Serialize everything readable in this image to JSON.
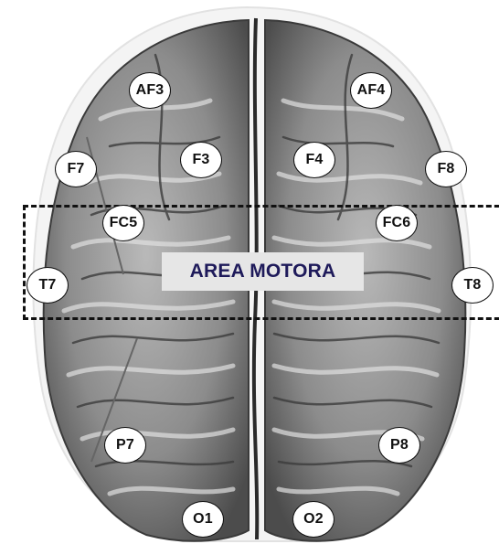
{
  "region_label": "AREA MOTORA",
  "electrodes": {
    "af3": "AF3",
    "af4": "AF4",
    "f7": "F7",
    "f3": "F3",
    "f4": "F4",
    "f8": "F8",
    "fc5": "FC5",
    "fc6": "FC6",
    "t7": "T7",
    "t8": "T8",
    "p7": "P7",
    "p8": "P8",
    "o1": "O1",
    "o2": "O2"
  },
  "colors": {
    "label_text": "#1e1a5a",
    "label_background": "#e6e6e6",
    "dashed_box": "#111111"
  }
}
